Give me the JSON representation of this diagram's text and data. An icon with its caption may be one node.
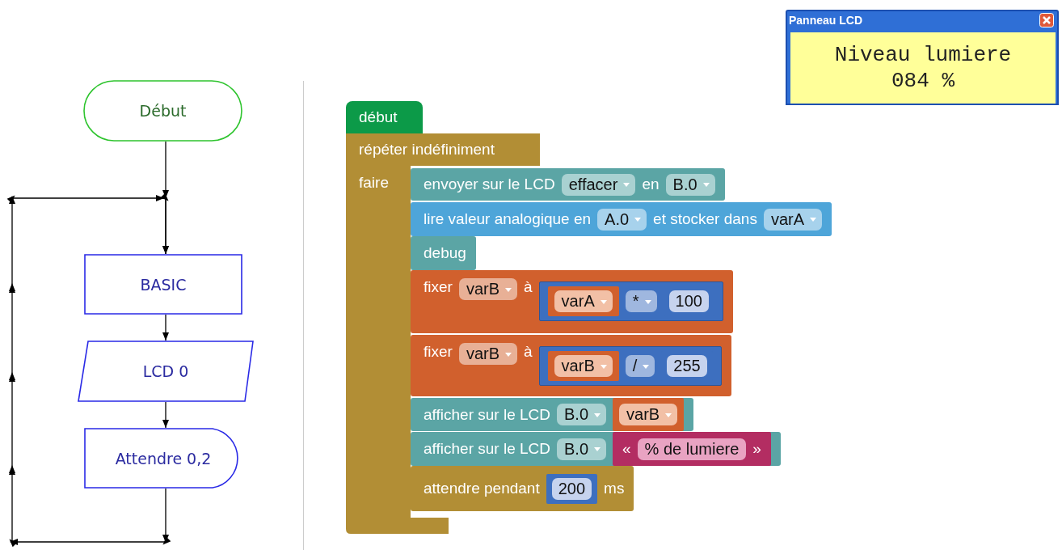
{
  "diagram": {
    "nodes": [
      {
        "text": [
          "Début"
        ]
      },
      {
        "text": [
          "BASIC"
        ]
      },
      {
        "text": [
          "LCD 0"
        ]
      },
      {
        "text": [
          "Attendre 0,2"
        ]
      },
      {
        "text": [
          "début"
        ]
      },
      {
        "text": [
          "répéter indéfiniment",
          "faire"
        ]
      },
      {
        "text": [
          "envoyer sur le LCD",
          "en"
        ]
      },
      {
        "text": [
          "effacer"
        ],
        "in": 6
      },
      {
        "text": [
          "B.0"
        ],
        "in": 6
      },
      {
        "text": [
          "lire valeur analogique en",
          "et stocker dans"
        ]
      },
      {
        "text": [
          "A.0"
        ],
        "in": 9
      },
      {
        "text": [
          "varA"
        ],
        "in": 9
      },
      {
        "text": [
          "debug"
        ]
      },
      {
        "text": [
          "fixer",
          "à"
        ]
      },
      {
        "text": [
          "varB"
        ],
        "in": 13
      },
      {
        "text": [],
        "shape": "box",
        "in": 13
      },
      {
        "text": [
          "varA"
        ],
        "in": 15
      },
      {
        "text": [
          "*"
        ],
        "in": 15
      },
      {
        "text": [
          "100"
        ],
        "in": 15
      },
      {
        "text": [
          "fixer",
          "à"
        ]
      },
      {
        "text": [
          "varB"
        ],
        "in": 19
      },
      {
        "text": [],
        "shape": "box",
        "in": 19
      },
      {
        "text": [
          "varB"
        ],
        "in": 21
      },
      {
        "text": [
          "/"
        ],
        "in": 21
      },
      {
        "text": [
          "255"
        ],
        "in": 21
      },
      {
        "text": [
          "afficher sur le LCD"
        ]
      },
      {
        "text": [
          "B.0"
        ],
        "in": 25
      },
      {
        "text": [
          "varB"
        ],
        "in": 25
      },
      {
        "text": [
          "afficher sur le LCD"
        ]
      },
      {
        "text": [
          "B.0"
        ],
        "in": 28
      },
      {
        "text": [
          "«",
          "»"
        ],
        "in": 28
      },
      {
        "text": [
          "% de lumiere"
        ],
        "in": 30
      },
      {
        "text": [
          "attendre pendant",
          "ms"
        ]
      },
      {
        "text": [
          "200"
        ],
        "in": 32
      },
      {
        "text": [
          "Panneau LCD"
        ]
      },
      {
        "text": [
          "Niveau lumiere",
          "084 %"
        ],
        "in": 34
      }
    ],
    "edges": [
      {
        "from": 0,
        "to": 1,
        "arrow": "to"
      },
      {
        "from": 1,
        "to": 2,
        "arrow": "to"
      },
      {
        "from": 2,
        "to": 3,
        "arrow": "to"
      },
      {
        "from": 3,
        "to": 1,
        "arrow": "to"
      }
    ]
  }
}
